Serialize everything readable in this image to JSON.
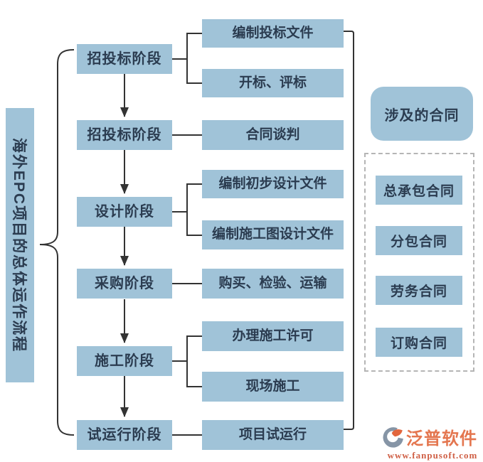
{
  "diagram": {
    "side_label": "海外EPC项目的总体运作流程",
    "stages": [
      {
        "label": "招投标阶段",
        "details": [
          "编制投标文件",
          "开标、评标"
        ]
      },
      {
        "label": "招投标阶段",
        "details": [
          "合同谈判"
        ]
      },
      {
        "label": "设计阶段",
        "details": [
          "编制初步设计文件",
          "编制施工图设计文件"
        ]
      },
      {
        "label": "采购阶段",
        "details": [
          "购买、检验、运输"
        ]
      },
      {
        "label": "施工阶段",
        "details": [
          "办理施工许可",
          "现场施工"
        ]
      },
      {
        "label": "试运行阶段",
        "details": [
          "项目试运行"
        ]
      }
    ],
    "contracts_panel": {
      "title": "涉及的合同",
      "items": [
        "总承包合同",
        "分包合同",
        "劳务合同",
        "订购合同"
      ]
    },
    "colors": {
      "node_fill": "#a0c3d8",
      "node_text": "#2b3c50",
      "connector_line": "#333333",
      "dashed_border": "#b5b5b5"
    }
  },
  "watermark": {
    "brand": "泛普软件",
    "url": "www.fanpusoft.com",
    "brand_color": "#e4764f",
    "icon_gray": "#8695a6",
    "icon_orange": "#e2663d"
  }
}
